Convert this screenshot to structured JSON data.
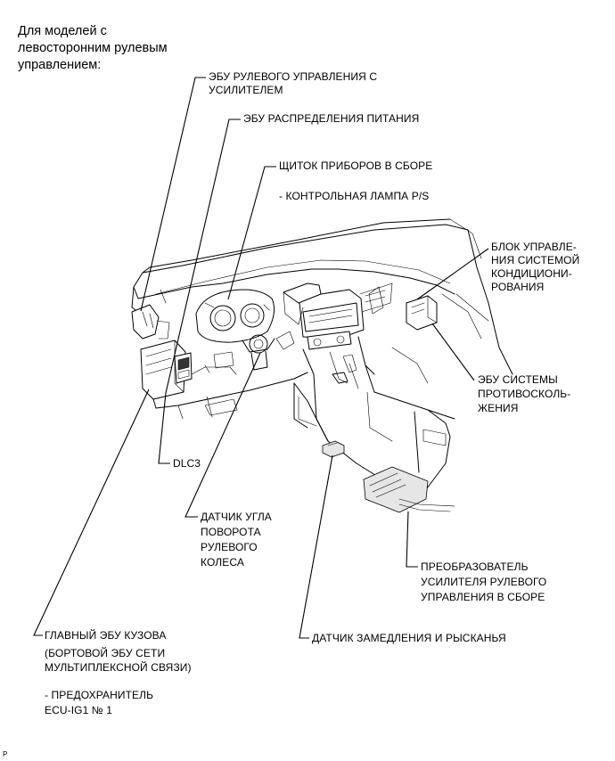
{
  "header": {
    "line1": "Для моделей с",
    "line2": "левосторонним рулевым",
    "line3": "управлением:"
  },
  "labels": {
    "eps_ecu": {
      "line1": "ЭБУ РУЛЕВОГО УПРАВЛЕНИЯ С",
      "line2": "УСИЛИТЕЛЕМ"
    },
    "power_ecu": "ЭБУ РАСПРЕДЕЛЕНИЯ ПИТАНИЯ",
    "meter": "ЩИТОК ПРИБОРОВ В СБОРЕ",
    "ps_lamp": "- КОНТРОЛЬНАЯ ЛАМПА P/S",
    "ac_unit": {
      "line1": "БЛОК УПРАВЛЕ-",
      "line2": "НИЯ СИСТЕМОЙ",
      "line3": "КОНДИЦИОНИ-",
      "line4": "РОВАНИЯ"
    },
    "skid_ecu": {
      "line1": "ЭБУ СИСТЕМЫ",
      "line2": "ПРОТИВОСКОЛЬ-",
      "line3": "ЖЕНИЯ"
    },
    "dlc3": "DLC3",
    "steering_sensor": {
      "line1": "ДАТЧИК УГЛА",
      "line2": "ПОВОРОТА",
      "line3": "РУЛЕВОГО",
      "line4": "КОЛЕСА"
    },
    "converter": {
      "line1": "ПРЕОБРАЗОВАТЕЛЬ",
      "line2": "УСИЛИТЕЛЯ РУЛЕВОГО",
      "line3": "УПРАВЛЕНИЯ В СБОРЕ"
    },
    "body_ecu": {
      "line1": "ГЛАВНЫЙ ЭБУ КУЗОВА",
      "line2": "(БОРТОВОЙ ЭБУ СЕТИ",
      "line3": "МУЛЬТИПЛЕКСНОЙ СВЯЗИ)"
    },
    "fuse": {
      "line1": "- ПРЕДОХРАНИТЕЛЬ",
      "line2": "ECU-IG1 № 1"
    },
    "yaw_sensor": "ДАТЧИК ЗАМЕДЛЕНИЯ И РЫСКАНЬЯ"
  },
  "corner_mark": "P"
}
